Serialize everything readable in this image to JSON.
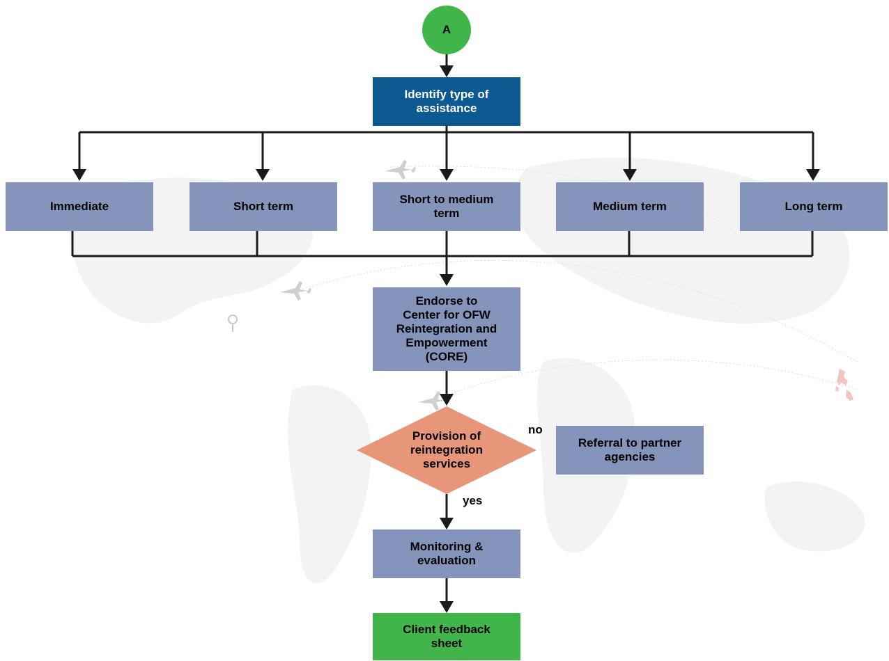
{
  "nodes": {
    "start": "A",
    "identify": "Identify type of\nassistance",
    "immediate": "Immediate",
    "short_term": "Short term",
    "short_medium": "Short to medium\nterm",
    "medium_term": "Medium term",
    "long_term": "Long term",
    "endorse": "Endorse to\nCenter for OFW\nReintegration and\nEmpowerment\n(CORE)",
    "provision": "Provision of\nreintegration\nservices",
    "referral": "Referral to partner\nagencies",
    "monitoring": "Monitoring &\nevaluation",
    "feedback": "Client feedback\nsheet"
  },
  "edge_labels": {
    "no": "no",
    "yes": "yes"
  },
  "colors": {
    "process": "#8494bb",
    "identify": "#0d5a93",
    "start_end": "#3fb54a",
    "decision": "#e8967a",
    "line": "#1a1a1a"
  }
}
